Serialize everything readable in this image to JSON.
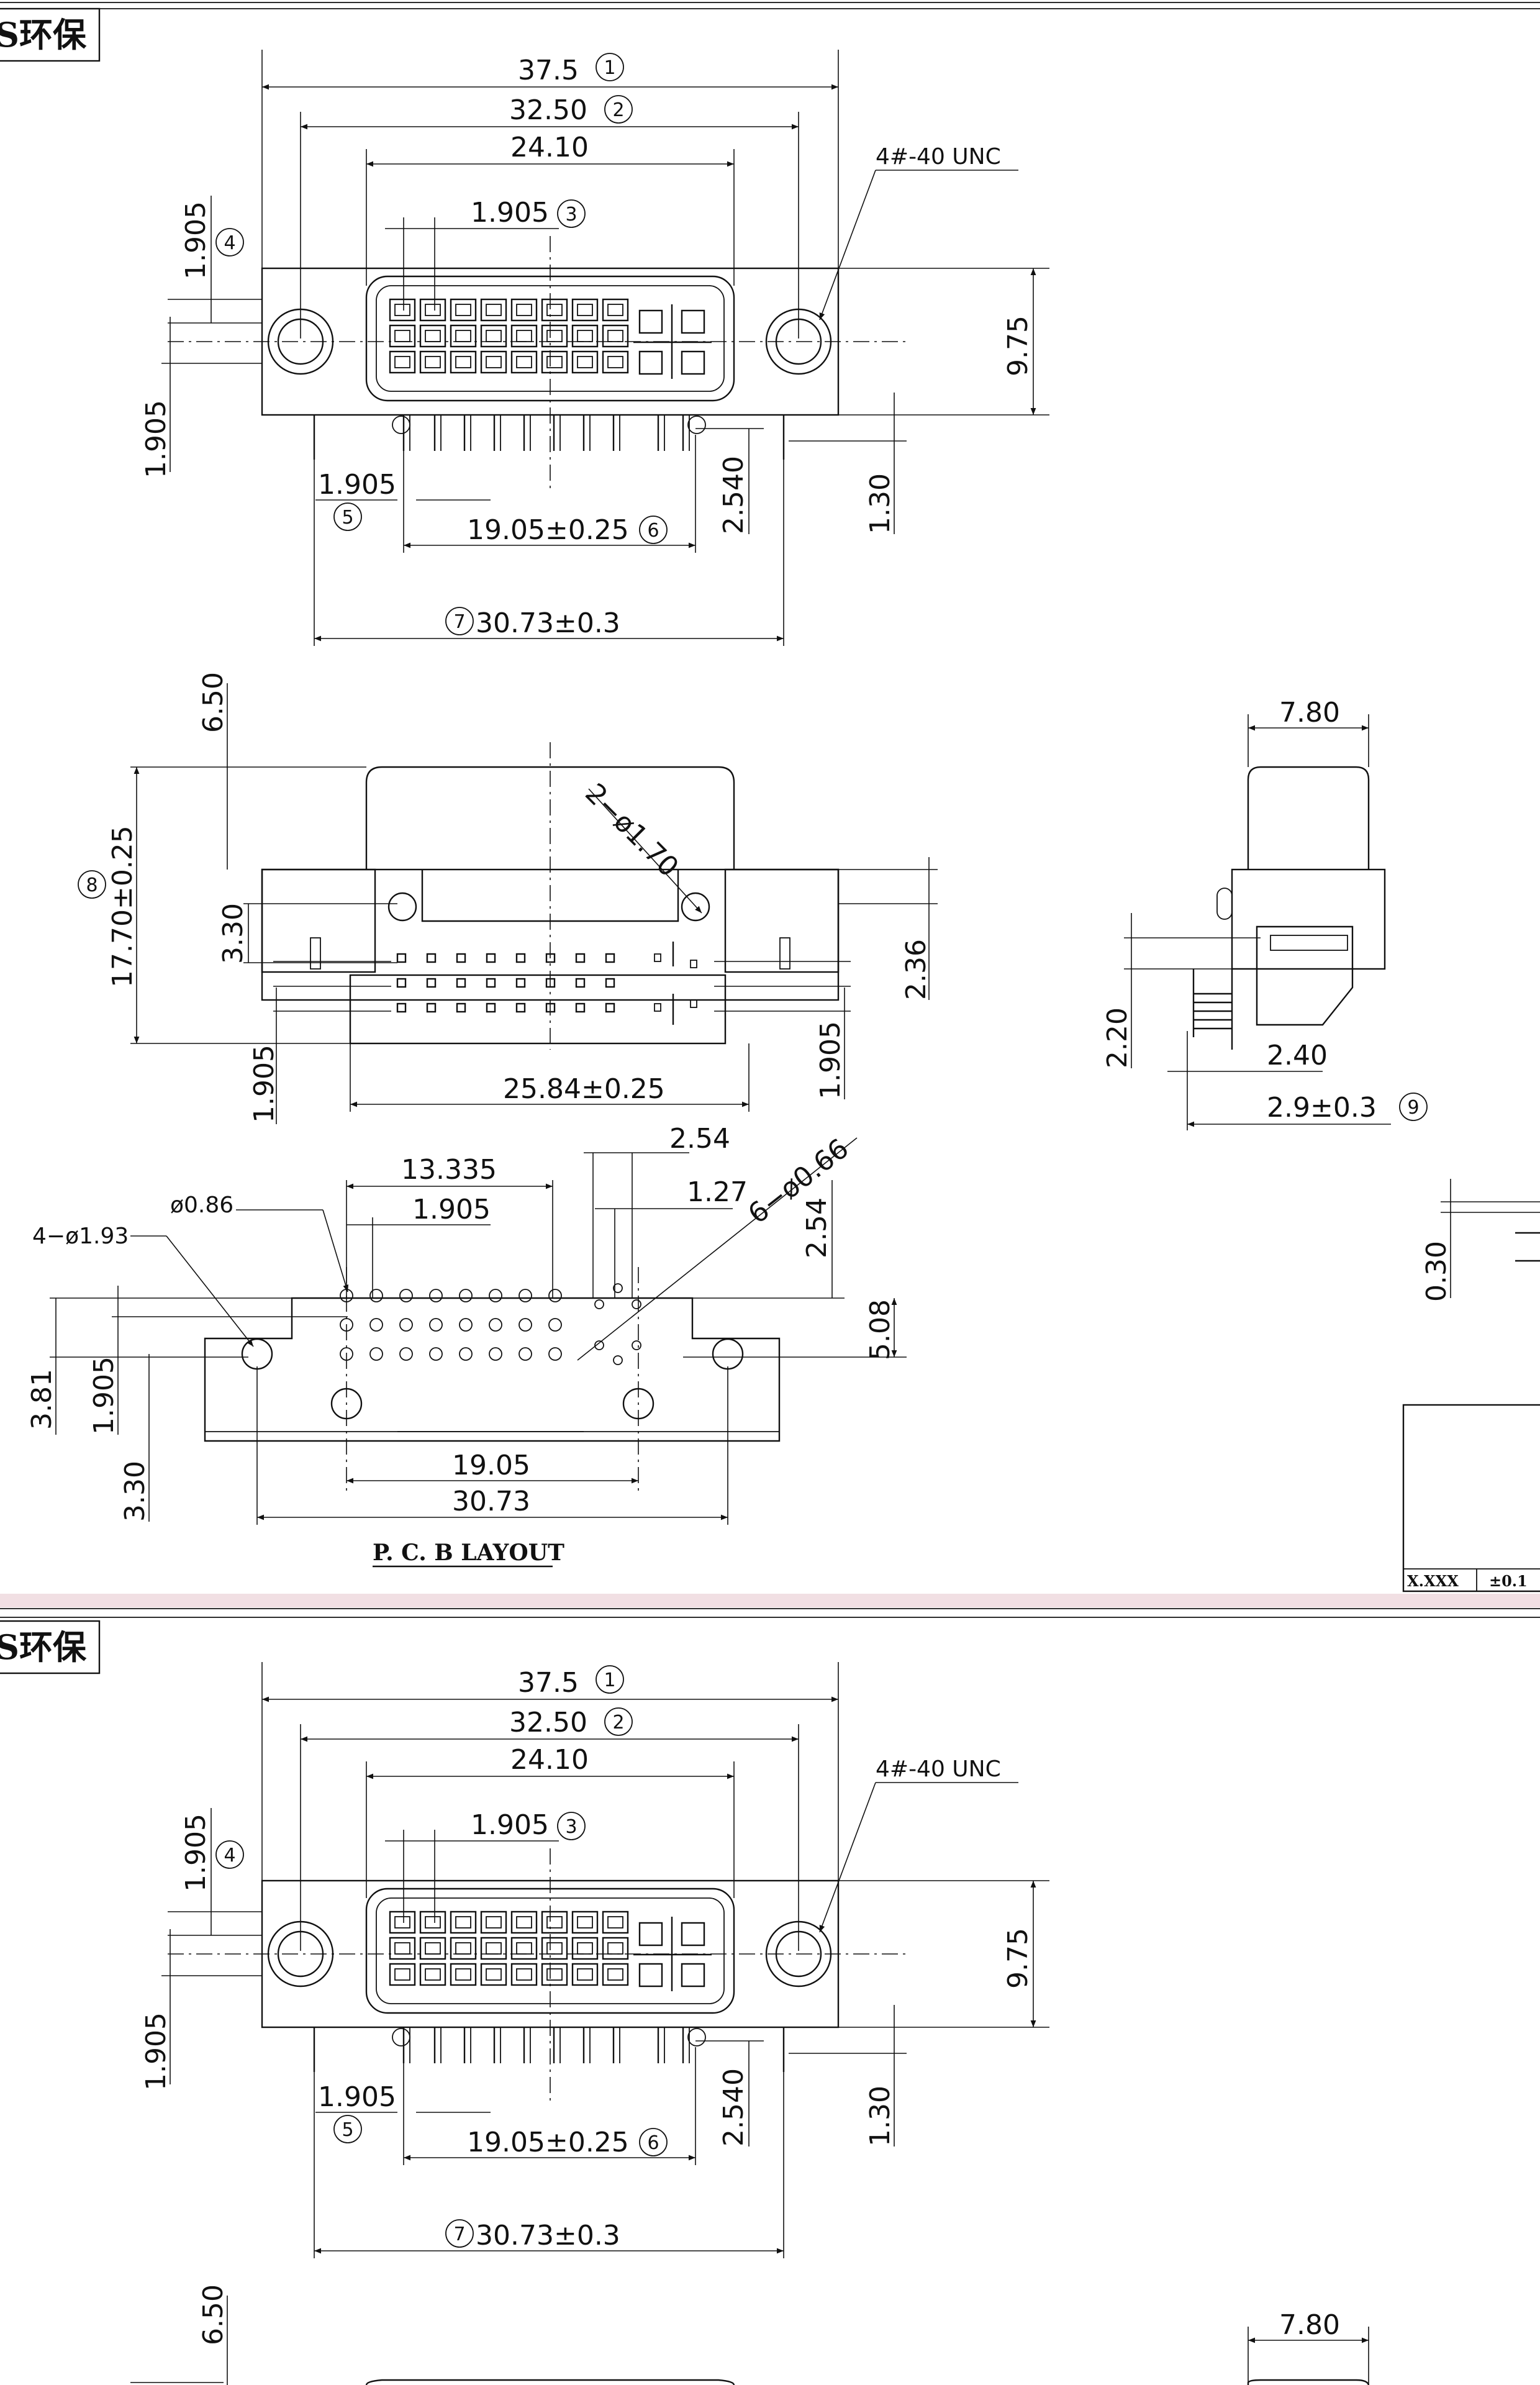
{
  "sheet_label": "S环保",
  "dims": {
    "overall": "37.5",
    "flange_holes": "32.50",
    "shell": "24.10",
    "pin_pitch": "1.905",
    "thread": "4#-40 UNC",
    "height": "9.75",
    "left_pitch_top": "1.905",
    "left_pitch_bottom": "1.905",
    "tail_pitch": "1.905",
    "tail_span": "19.05±0.25",
    "tail_offset": "2.540",
    "tail_len": "1.30",
    "board_span": "30.73±0.3",
    "front_top": "6.50",
    "front_height": "17.70±0.25",
    "front_inner": "3.30",
    "front_pitch": "1.905",
    "front_width": "25.84±0.25",
    "front_right_pitch": "1.905",
    "front_right": "2.36",
    "front_holes": "2−ø1.70",
    "side_width": "7.80",
    "side_height": "2.20",
    "side_tail": "2.40",
    "side_total": "2.9±0.3",
    "pcb_span1": "13.335",
    "pcb_pitch": "1.905",
    "pcb_small": "ø0.86",
    "pcb_mount": "4−ø1.93",
    "pcb_p254": "2.54",
    "pcb_p127": "1.27",
    "pcb_grd": "6−ø0.66",
    "pcb_v254": "2.54",
    "pcb_v508": "5.08",
    "pcb_v381": "3.81",
    "pcb_v1905": "1.905",
    "pcb_v330": "3.30",
    "pcb_w1": "19.05",
    "pcb_w2": "30.73",
    "pcb_title": "P. C. B     LAYOUT",
    "side_small": "0.30",
    "tb_a": "X.XXX",
    "tb_b": "±0.1"
  },
  "callouts": [
    "1",
    "2",
    "3",
    "4",
    "5",
    "6",
    "7",
    "8",
    "9"
  ]
}
